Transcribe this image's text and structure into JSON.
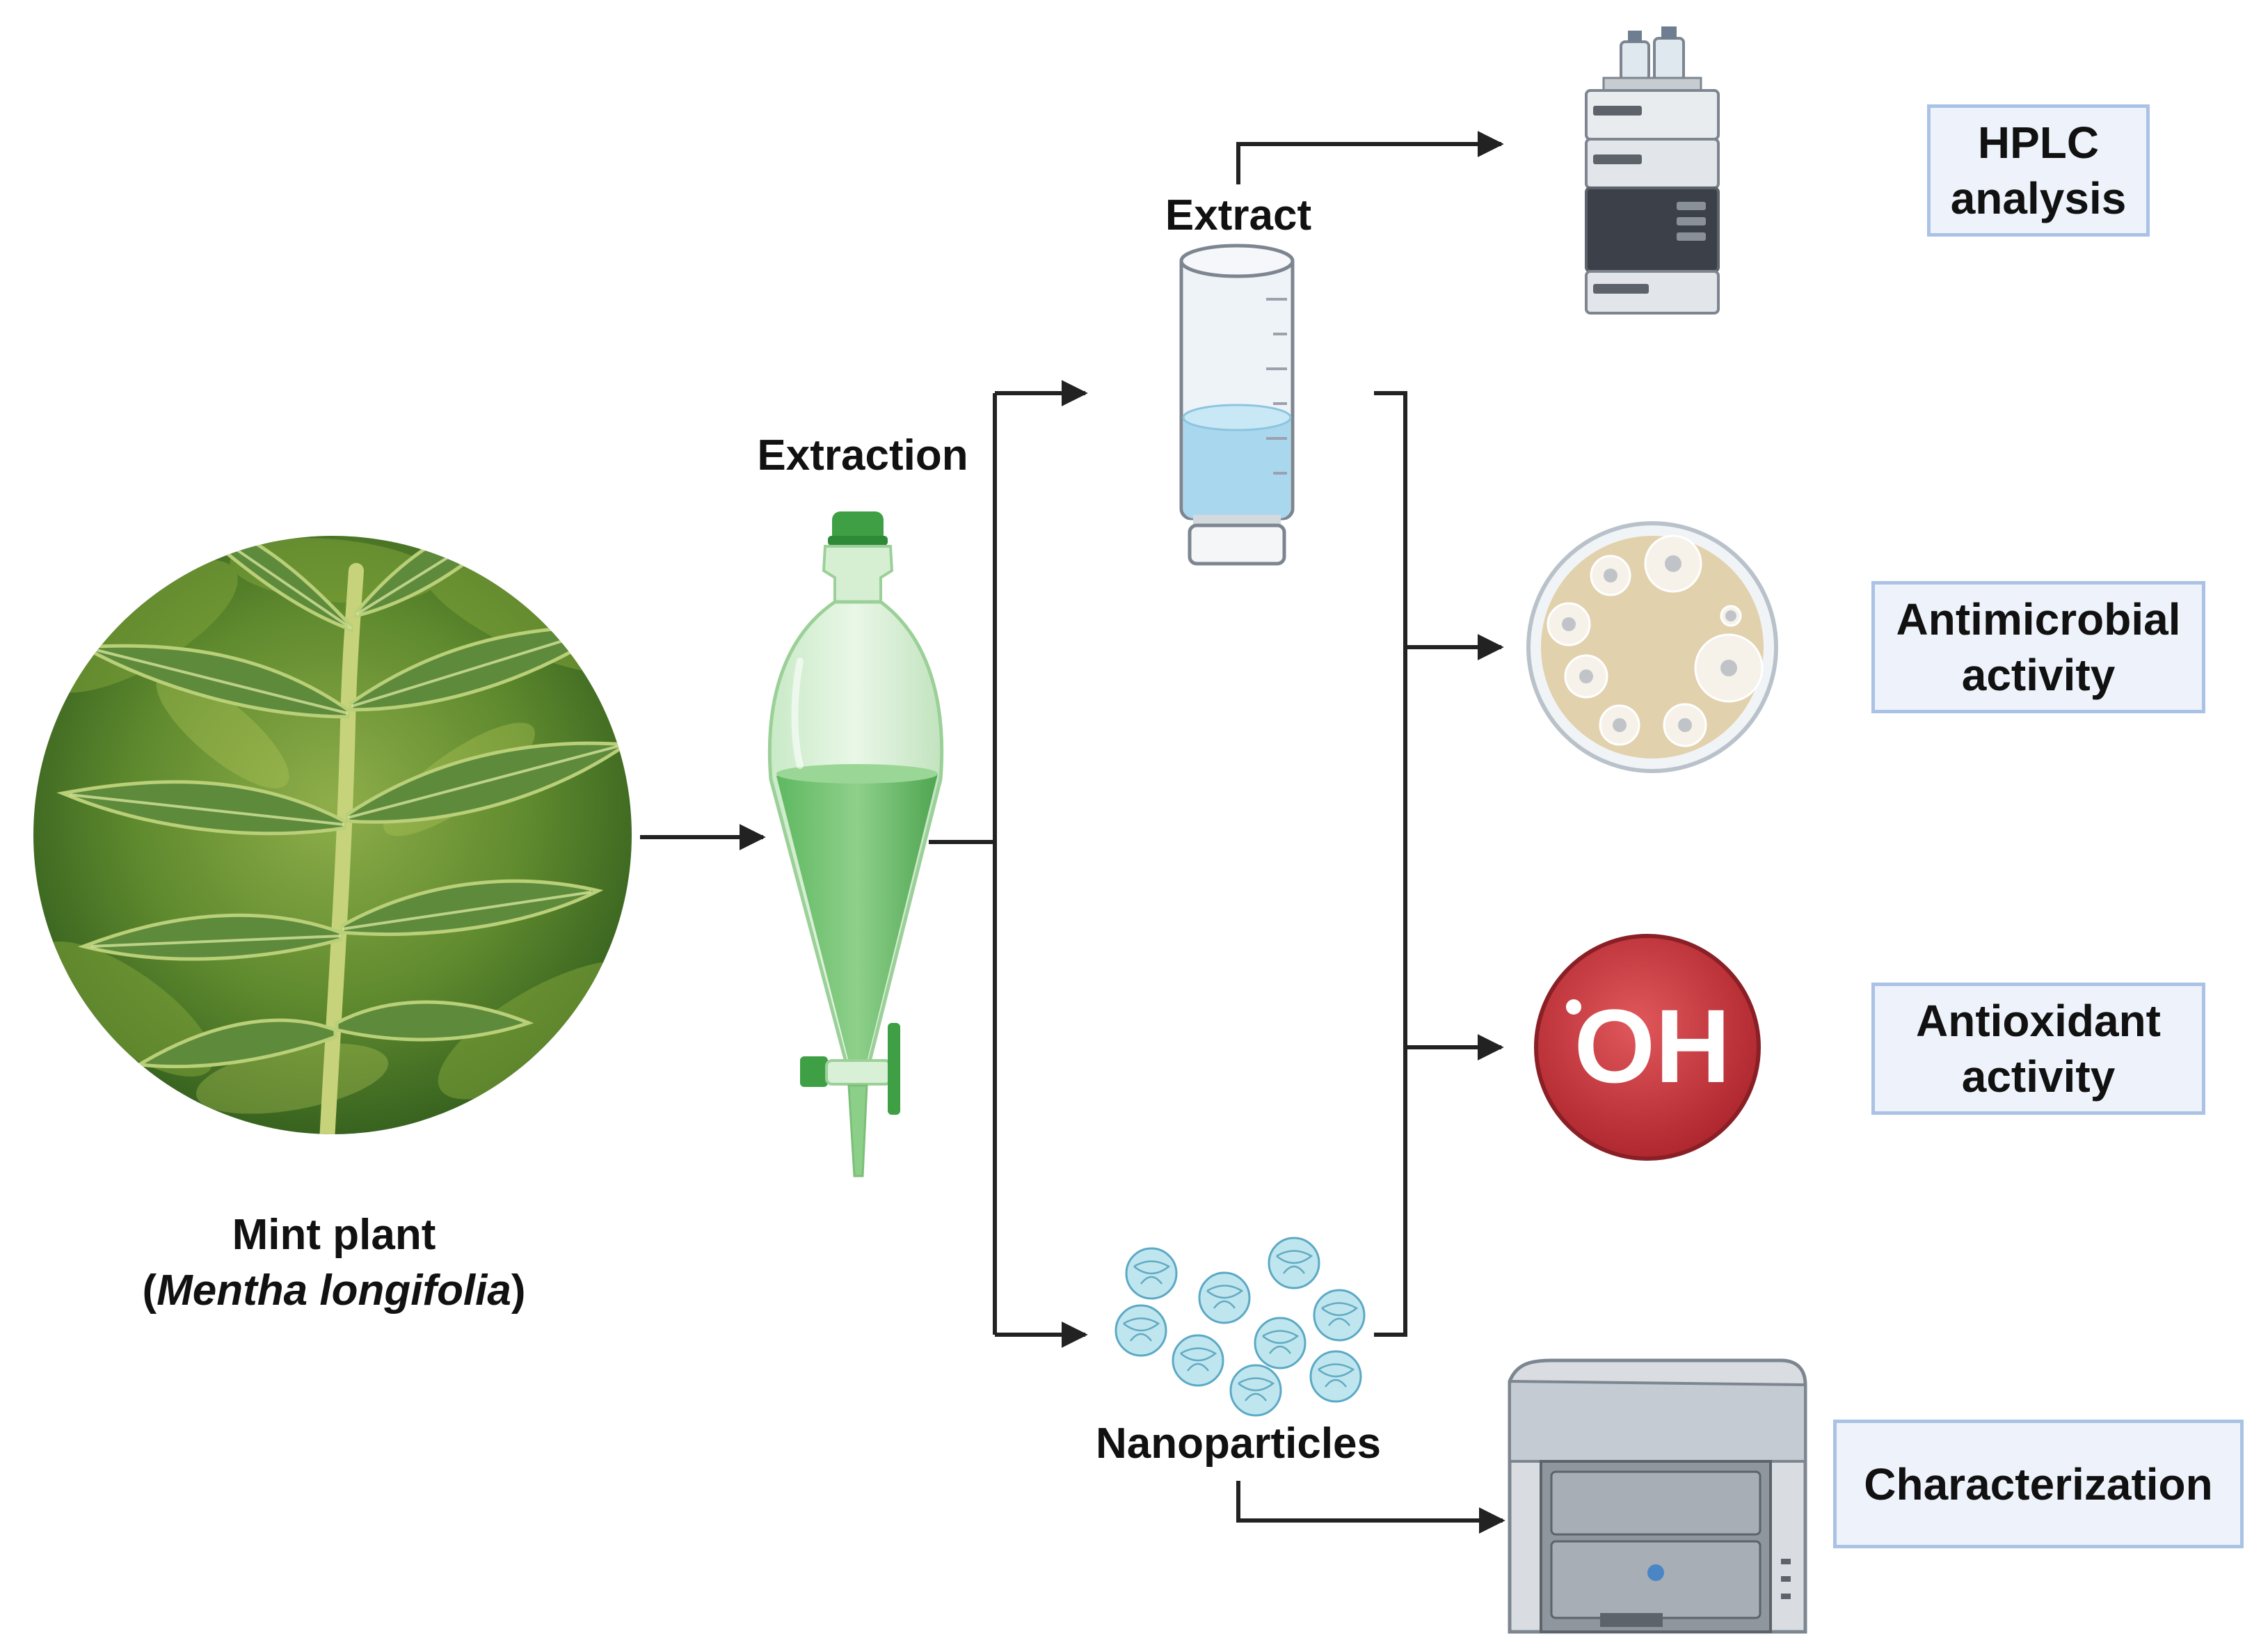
{
  "labels": {
    "plant_line1": "Mint plant",
    "plant_paren_open": "(",
    "plant_species": "Mentha longifolia",
    "plant_paren_close": ")",
    "extraction": "Extraction",
    "extract": "Extract",
    "nanoparticles": "Nanoparticles",
    "oh_symbol": "OH"
  },
  "outcomes": {
    "hplc": [
      "HPLC",
      "analysis"
    ],
    "antimicrobial": [
      "Antimicrobial",
      "activity"
    ],
    "antioxidant": [
      "Antioxidant",
      "activity"
    ],
    "characterization": [
      "Characterization"
    ]
  },
  "colors": {
    "arrow": "#222222",
    "outcome_box_fill": "#eef3fb",
    "outcome_box_border": "#a9c2e6",
    "funnel_liquid": "#5cb85c",
    "extract_liquid": "#a9d8ee",
    "petri_medium": "#e2d1ad",
    "radical_red": "#c8393f",
    "nanoparticle": "#9fd4e3"
  },
  "icons": [
    "mint-plant-photo",
    "separatory-funnel-icon",
    "extract-bottle-icon",
    "hplc-instrument-icon",
    "petri-dish-icon",
    "hydroxyl-radical-icon",
    "nanoparticles-icon",
    "analyzer-instrument-icon"
  ]
}
